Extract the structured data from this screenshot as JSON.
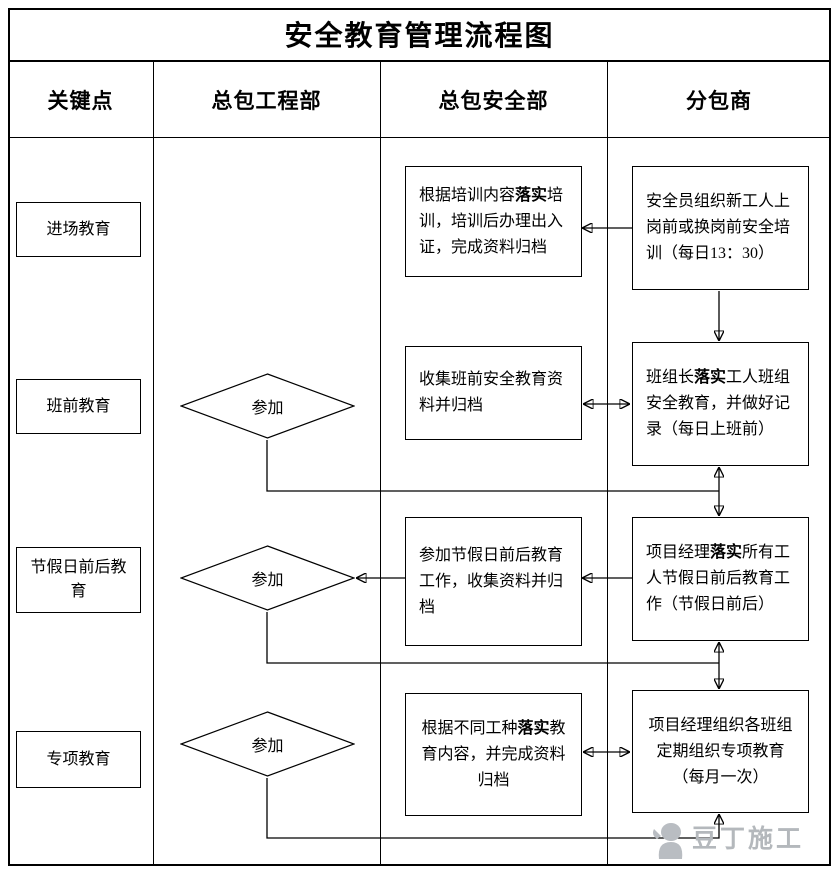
{
  "title": "安全教育管理流程图",
  "headers": {
    "key_points": "关键点",
    "engineering": "总包工程部",
    "safety": "总包安全部",
    "subcontractor": "分包商"
  },
  "rows": [
    {
      "key": "进场教育",
      "safety": "根据培训内容**落实**培训，培训后办理出入证，完成资料归档",
      "sub": "安全员组织新工人上岗前或换岗前安全培训（每日13：30）"
    },
    {
      "key": "班前教育",
      "eng": "参加",
      "safety": "收集班前安全教育资料并归档",
      "sub": "班组长**落实**工人班组安全教育，并做好记录（每日上班前）"
    },
    {
      "key": "节假日前后教育",
      "eng": "参加",
      "safety": "参加节假日前后教育工作，收集资料并归档",
      "sub": "项目经理**落实**所有工人节假日前后教育工作（节假日前后）"
    },
    {
      "key": "专项教育",
      "eng": "参加",
      "safety": "根据不同工种**落实**教育内容，并完成资料归档",
      "sub": "项目经理组织各班组定期组织专项教育（每月一次）"
    }
  ],
  "watermark": "豆丁施工"
}
